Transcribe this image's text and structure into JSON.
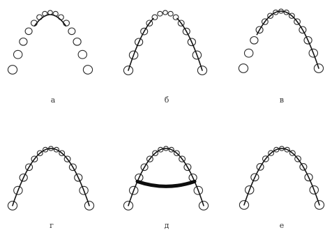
{
  "figure": {
    "panels": [
      {
        "id": "a",
        "label": "а",
        "splint": "anterior"
      },
      {
        "id": "b",
        "label": "б",
        "splint": "lateral"
      },
      {
        "id": "v",
        "label": "в",
        "splint": "one-side"
      },
      {
        "id": "g",
        "label": "г",
        "splint": "full"
      },
      {
        "id": "d",
        "label": "д",
        "splint": "full-with-bar"
      },
      {
        "id": "e",
        "label": "е",
        "splint": "full"
      }
    ],
    "colors": {
      "outline": "#2a2a2a",
      "splint": "#111111",
      "bar": "#0d0d0d"
    }
  }
}
